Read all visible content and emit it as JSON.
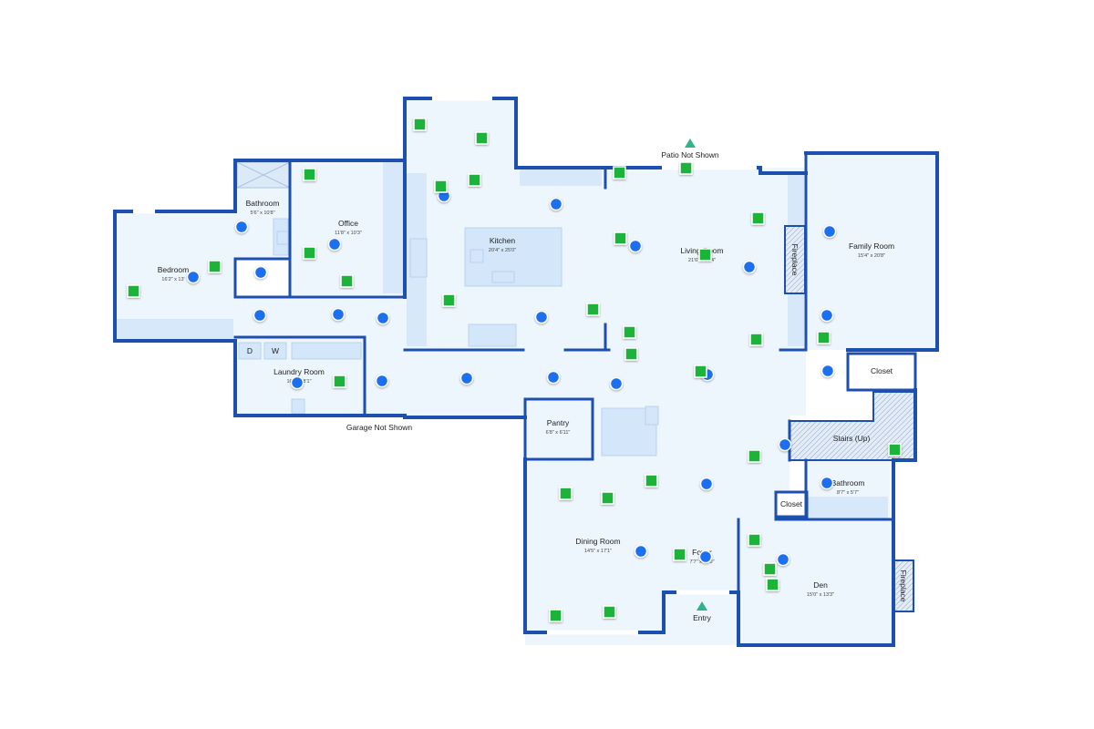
{
  "rooms": [
    {
      "id": "bedroom",
      "name": "Bedroom",
      "dims": "16'2\" x 13'"
    },
    {
      "id": "bathroom-1",
      "name": "Bathroom",
      "dims": "5'6\" x 10'8\""
    },
    {
      "id": "office",
      "name": "Office",
      "dims": "11'8\" x 10'3\""
    },
    {
      "id": "kitchen",
      "name": "Kitchen",
      "dims": "20'4\" x 25'0\""
    },
    {
      "id": "living-room",
      "name": "Living Room",
      "dims": "21'6\" x 26'4\""
    },
    {
      "id": "family-room",
      "name": "Family Room",
      "dims": "15'4\" x 20'8\""
    },
    {
      "id": "laundry-room",
      "name": "Laundry Room",
      "dims": "16'2\" x 8'1\""
    },
    {
      "id": "pantry",
      "name": "Pantry",
      "dims": "6'8\" x 6'11\""
    },
    {
      "id": "dining-room",
      "name": "Dining Room",
      "dims": "14'5\" x 17'1\""
    },
    {
      "id": "foyer",
      "name": "Foyer",
      "dims": "7'7\" x 10'0\""
    },
    {
      "id": "bathroom-2",
      "name": "Bathroom",
      "dims": "8'7\" x 5'7\""
    },
    {
      "id": "den",
      "name": "Den",
      "dims": "15'0\" x 13'3\""
    }
  ],
  "labels": {
    "closet_1": "Closet",
    "closet_2": "Closet",
    "stairs": "Stairs (Up)",
    "fireplace_1": "Fireplace",
    "fireplace_2": "Fireplace",
    "garage": "Garage Not Shown",
    "entry": "Entry",
    "patio": "Patio Not Shown",
    "washer": "W",
    "dryer": "D"
  },
  "legend_colors": {
    "blue_marker": "#1f6ff0",
    "green_marker": "#1fb33a",
    "wall": "#1d4fae",
    "floor": "#eef6fd"
  }
}
